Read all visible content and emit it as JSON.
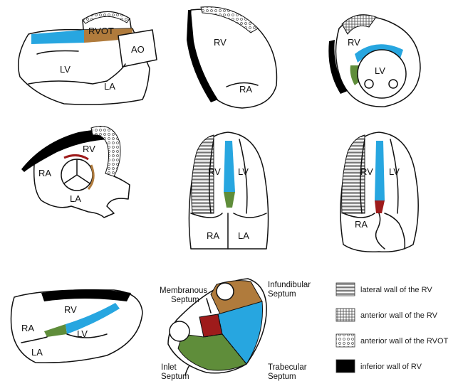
{
  "colors": {
    "septum_blue": "#27a6e0",
    "inlet_green": "#5f8d3a",
    "infundibular_brown": "#b07b3c",
    "membranous_red": "#9e1b1b",
    "inferior_black": "#000000"
  },
  "views": {
    "plax": {
      "rvot": "RVOT",
      "ao": "AO",
      "lv": "LV",
      "la": "LA"
    },
    "rv_inflow": {
      "rv": "RV",
      "ra": "RA"
    },
    "sax": {
      "rv": "RV",
      "lv": "LV"
    },
    "aortic_sax": {
      "rv": "RV",
      "ra": "RA",
      "la": "LA"
    },
    "four_chamber": {
      "rv": "RV",
      "lv": "LV",
      "ra": "RA",
      "la": "LA"
    },
    "five_chamber": {
      "rv": "RV",
      "lv": "LV",
      "ra": "RA"
    },
    "subcostal": {
      "rv": "RV",
      "ra": "RA",
      "lv": "LV",
      "la": "LA"
    }
  },
  "septum_map": {
    "membranous": "Membranous\nSeptum",
    "infundibular": "Infundibular\nSeptum",
    "inlet": "Inlet\nSeptum",
    "trabecular": "Trabecular\nSeptum"
  },
  "legend": [
    {
      "pattern": "lateral",
      "label": "lateral wall of the RV"
    },
    {
      "pattern": "anterior",
      "label": "anterior wall of the RV"
    },
    {
      "pattern": "rvot",
      "label": "anterior wall of the RVOT"
    },
    {
      "pattern": "inferior",
      "label": "inferior wall of RV"
    }
  ]
}
